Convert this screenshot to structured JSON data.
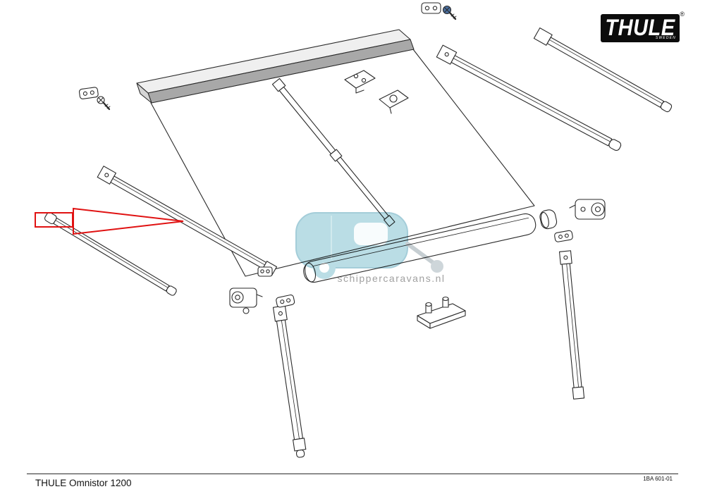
{
  "brand": {
    "logo_text": "THULE",
    "registered_mark": "®",
    "sub_text": "SWEDEN"
  },
  "watermark": {
    "text": "schippercaravans.nl",
    "icon": "caravan-icon",
    "color": "#b6dbe4"
  },
  "highlight": {
    "color": "#e01212",
    "target": "left-rafter-arm"
  },
  "footer": {
    "product_title": "THULE Omnistor 1200",
    "document_number": "1BA 601-01"
  }
}
